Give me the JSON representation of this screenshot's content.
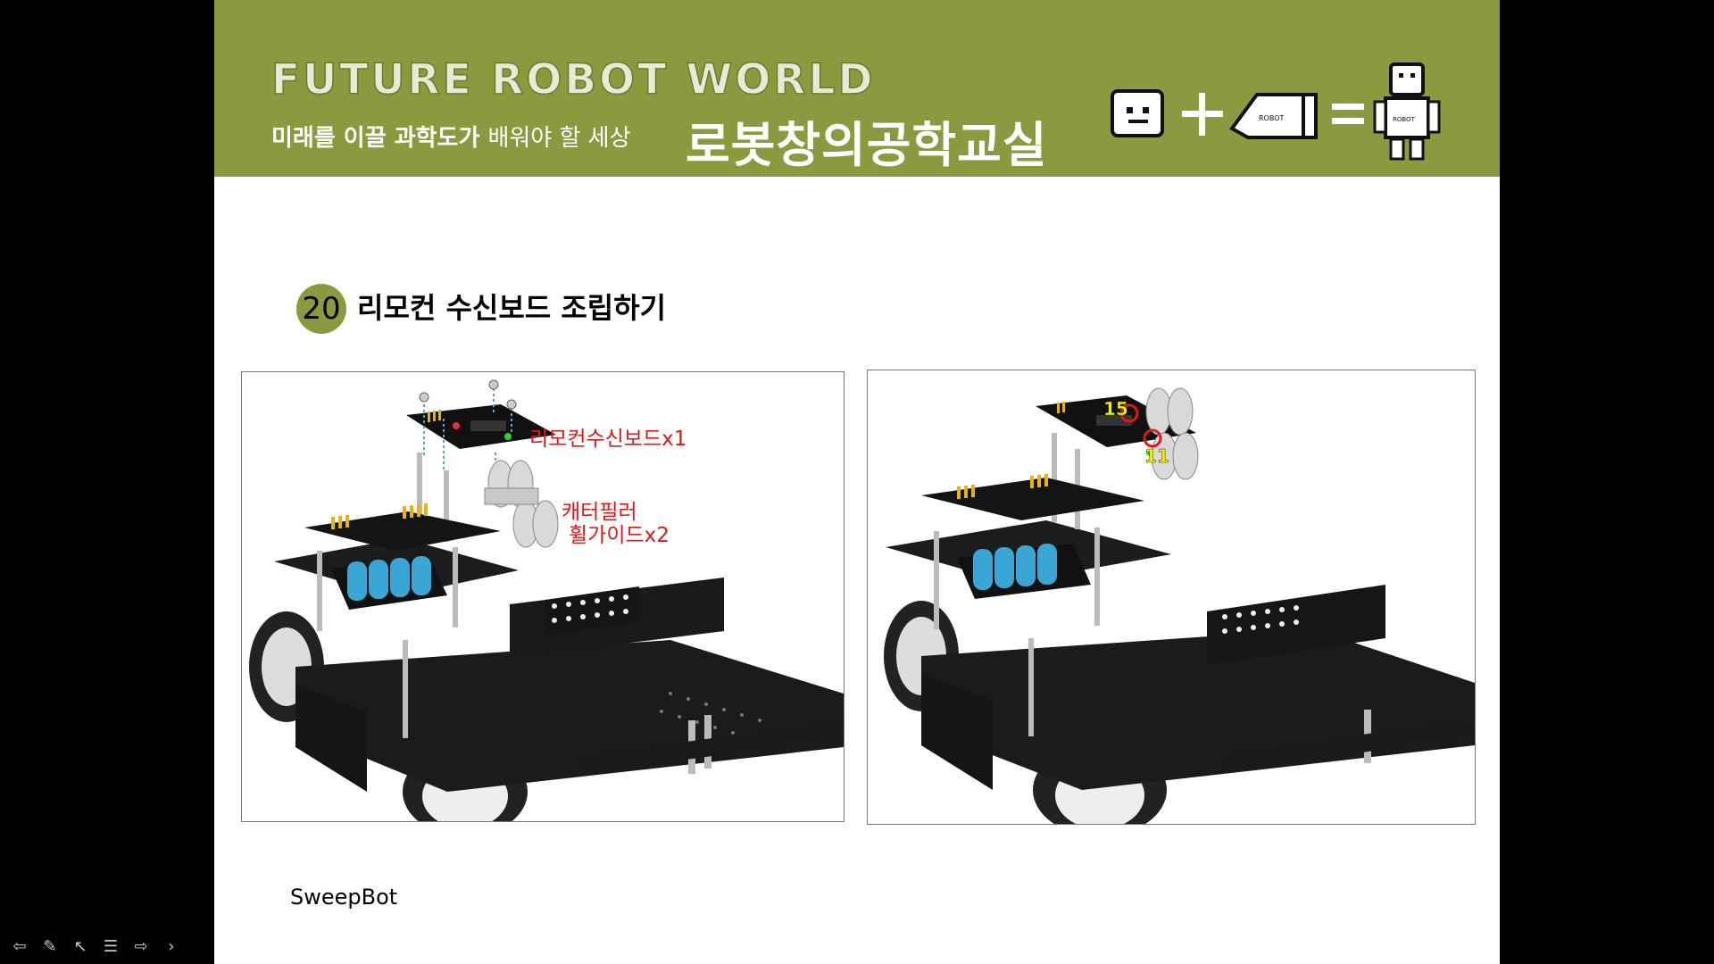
{
  "header": {
    "brand_title": "FUTURE ROBOT WORLD",
    "tagline_bold": "미래를 이끌 과학도가",
    "tagline_thin": "배워야 할 세상",
    "class_title": "로봇창의공학교실",
    "logo_robot_text": "ROBOT"
  },
  "step": {
    "number": "20",
    "title": "리모컨 수신보드 조립하기"
  },
  "left_figure": {
    "callout_board": "리모컨수신보드x1",
    "callout_caterpillar_line1": "캐터필러",
    "callout_caterpillar_line2": "휠가이드x2"
  },
  "right_figure": {
    "label_top": "15",
    "label_bottom": "11"
  },
  "footer": {
    "text": "SweepBot"
  },
  "nav": {
    "items": [
      "prev-arrow-icon",
      "pen-icon",
      "pointer-icon",
      "menu-icon",
      "next-arrow-icon",
      "chevron-right-icon"
    ]
  },
  "colors": {
    "banner": "#8a9a3f",
    "callout_red": "#e01818",
    "battery_blue": "#3aa6d6"
  }
}
